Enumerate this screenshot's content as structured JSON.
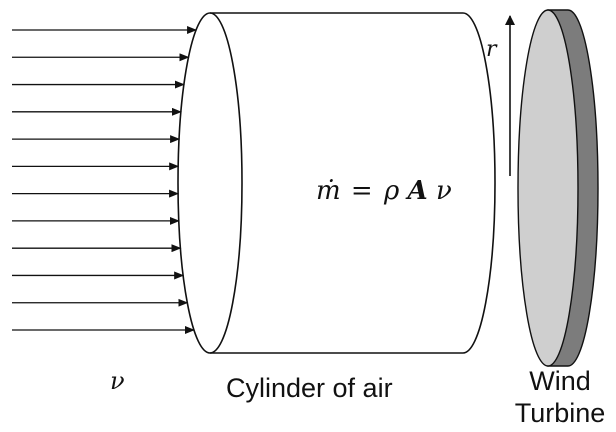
{
  "formula": {
    "mdot": "ṁ",
    "equals": "=",
    "rho": "ρ",
    "A": "A",
    "v": "ν"
  },
  "labels": {
    "velocity": "ν",
    "radius": "r",
    "cylinder": "Cylinder of air",
    "turbine_line1": "Wind",
    "turbine_line2": "Turbine"
  },
  "arrows": {
    "count": 12
  },
  "colors": {
    "stroke": "#111111",
    "turbine_face": "#cfcfcf",
    "turbine_rim": "#7c7c7c",
    "background": "#ffffff"
  }
}
